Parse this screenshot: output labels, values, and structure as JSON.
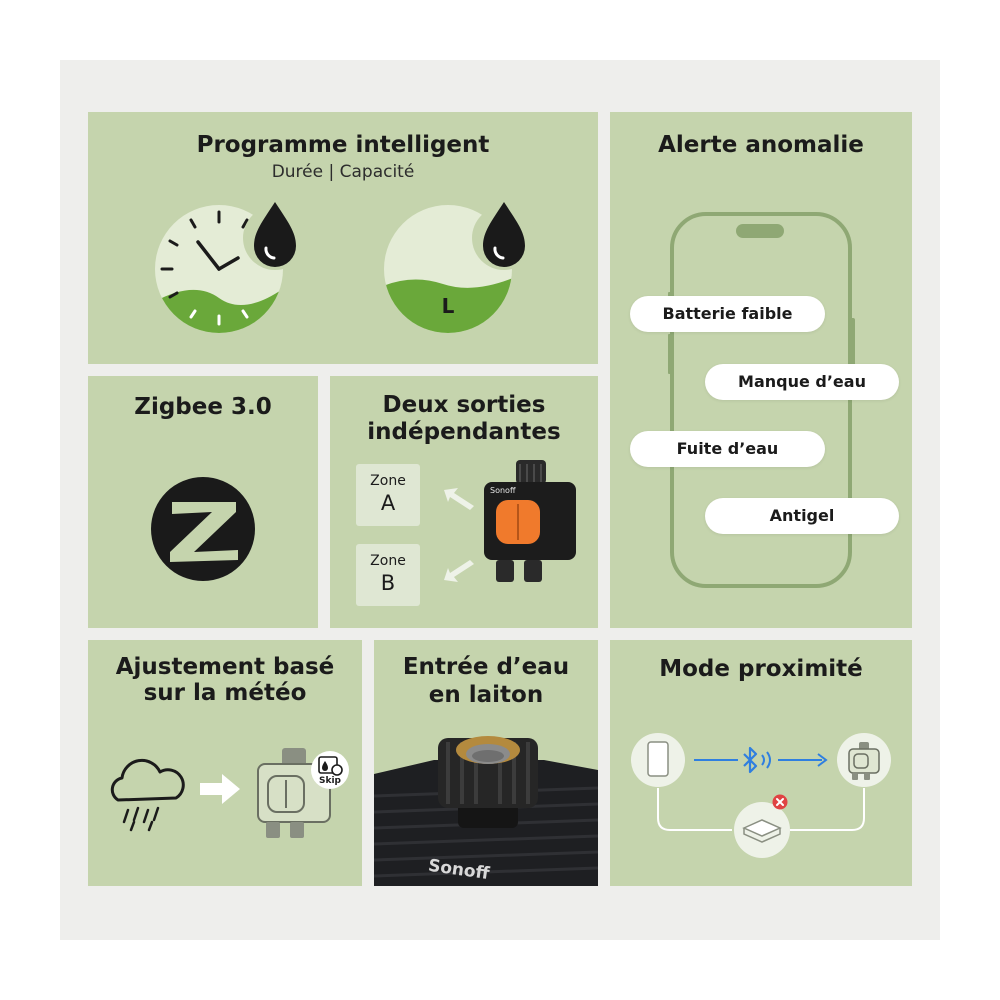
{
  "panels": {
    "programme": {
      "title": "Programme intelligent",
      "subtitle": "Durée | Capacité",
      "capacity_unit": "L"
    },
    "alerte": {
      "title": "Alerte anomalie",
      "alerts": [
        "Batterie faible",
        "Manque d’eau",
        "Fuite d’eau",
        "Antigel"
      ]
    },
    "zigbee": {
      "title": "Zigbee 3.0"
    },
    "sorties": {
      "title_line1": "Deux sorties",
      "title_line2": "indépendantes",
      "zones": [
        {
          "label": "Zone",
          "value": "A"
        },
        {
          "label": "Zone",
          "value": "B"
        }
      ],
      "device_brand": "Sonoff"
    },
    "meteo": {
      "title_line1": "Ajustement basé",
      "title_line2": "sur la météo",
      "skip_label": "Skip"
    },
    "laiton": {
      "title_line1": "Entrée d’eau",
      "title_line2": "en laiton",
      "device_brand": "Sonoff"
    },
    "proximite": {
      "title": "Mode proximité"
    }
  },
  "colors": {
    "panel_bg": "#c5d4ad",
    "frame_bg": "#eeeeec",
    "accent_green": "#6aa83a",
    "light_green": "#e4ecd6",
    "water_drop": "#1a1a1a",
    "bluetooth_blue": "#2f7fe0",
    "error_red": "#e04343",
    "button_orange": "#f07a2c"
  },
  "icons": [
    "clock-icon",
    "water-drop-icon",
    "phone-outline-icon",
    "zigbee-logo-icon",
    "rain-cloud-icon",
    "arrow-right-icon",
    "bluetooth-icon",
    "hub-icon"
  ]
}
